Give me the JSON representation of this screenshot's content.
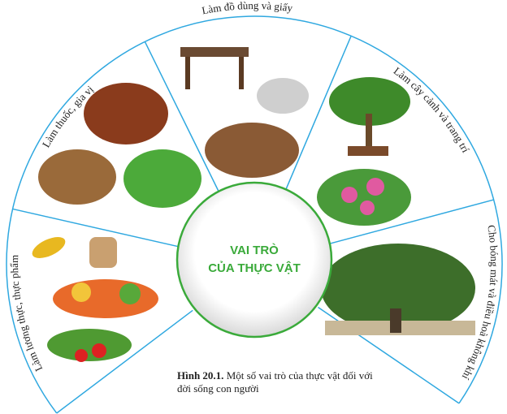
{
  "center": {
    "line1": "VAI TRÒ",
    "line2": "CỦA THỰC VẬT"
  },
  "segments": [
    {
      "label": "Làm lương thực, thực phẩm"
    },
    {
      "label": "Làm thuốc, gia vị"
    },
    {
      "label": "Làm đồ dùng và giấy"
    },
    {
      "label": "Làm cây cảnh và trang trí"
    },
    {
      "label": "Cho bóng mát và điều hoà không khí"
    }
  ],
  "caption": {
    "figure": "Hình 20.1.",
    "text": "Một số vai trò của thực vật đối với đời sống con người"
  },
  "colors": {
    "line": "#2fa8e0",
    "accent": "#3aaa3a"
  }
}
